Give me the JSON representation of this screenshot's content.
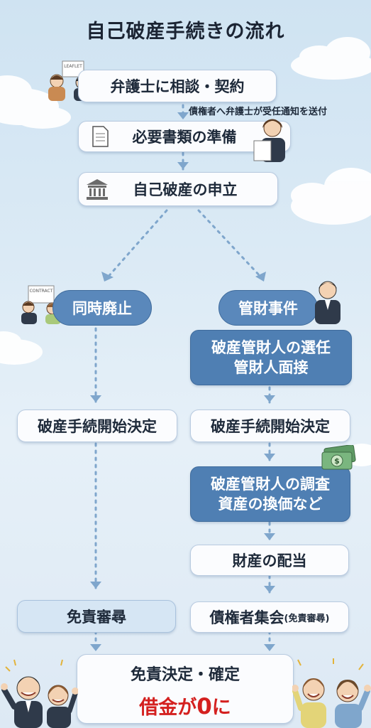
{
  "title": "自己破産手続きの流れ",
  "steps": {
    "consult": "弁護士に相談・契約",
    "notice": "債権者へ弁護士が受任通知を送付",
    "documents": "必要書類の準備",
    "petition": "自己破産の申立"
  },
  "left_branch": {
    "label": "同時廃止",
    "start_decision": "破産手続開始決定",
    "exemption_review": "免責審尋"
  },
  "right_branch": {
    "label": "管財事件",
    "trustee_line1": "破産管財人の選任",
    "trustee_line2": "管財人面接",
    "start_decision": "破産手続開始決定",
    "investigation_line1": "破産管財人の調査",
    "investigation_line2": "資産の換価など",
    "distribution": "財産の配当",
    "creditors_meeting": "債権者集会",
    "creditors_meeting_note": "(免責審尋)"
  },
  "final": {
    "decision": "免責決定・確定",
    "result_prefix": "借金が",
    "result_zero": "0",
    "result_suffix": "に"
  },
  "illustrations": {
    "consult_paper_text": "LEAFLET",
    "contract_paper_text": "CONTRACT",
    "money_symbol": "$"
  },
  "colors": {
    "accent_blue": "#4f7fb3",
    "pale_blue": "#d6e6f4",
    "red": "#d4201f"
  }
}
